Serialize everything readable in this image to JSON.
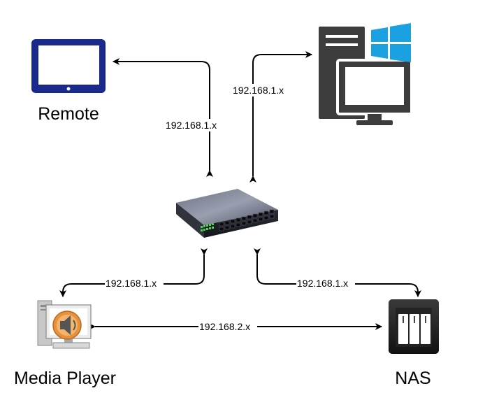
{
  "nodes": {
    "remote": {
      "label": "Remote"
    },
    "pc": {
      "label": ""
    },
    "switch": {
      "label": ""
    },
    "media_player": {
      "label": "Media Player"
    },
    "nas": {
      "label": "NAS"
    }
  },
  "links": [
    {
      "id": "remote-switch",
      "label": "192.168.1.x"
    },
    {
      "id": "pc-switch",
      "label": "192.168.1.x"
    },
    {
      "id": "media-switch",
      "label": "192.168.1.x"
    },
    {
      "id": "nas-switch",
      "label": "192.168.1.x"
    },
    {
      "id": "media-nas",
      "label": "192.168.2.x"
    }
  ],
  "colors": {
    "tablet": "#1a2a8c",
    "arrow": "#000000",
    "pc_dark": "#3c3c3c",
    "windows_blue": "#1ba1e2",
    "speaker_orange": "#e8913a"
  }
}
